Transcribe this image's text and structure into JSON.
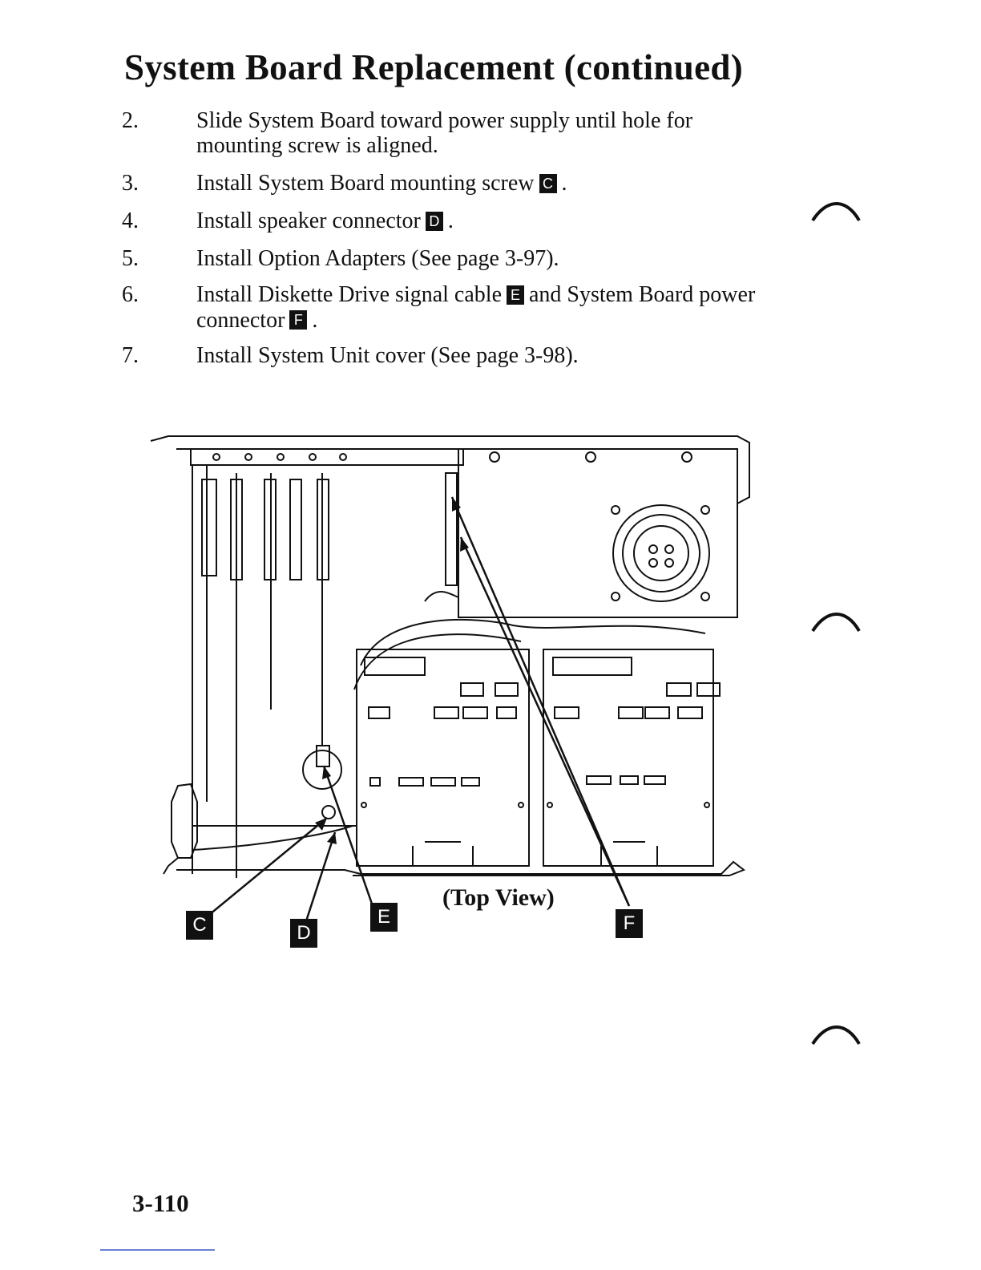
{
  "title": "System Board Replacement (continued)",
  "steps": [
    {
      "num": "2.",
      "text_a": "Slide System Board toward power supply until hole for mounting screw is aligned."
    },
    {
      "num": "3.",
      "text_a": "Install System Board mounting screw",
      "callout": "C",
      "text_b": "."
    },
    {
      "num": "4.",
      "text_a": "Install speaker connector",
      "callout": "D",
      "text_b": "."
    },
    {
      "num": "5.",
      "text_a": "Install Option Adapters (See page 3-97)."
    },
    {
      "num": "6.",
      "text_a": "Install Diskette Drive signal cable",
      "callout": "E",
      "text_b": "and System Board power connector",
      "callout2": "F",
      "text_c": "."
    },
    {
      "num": "7.",
      "text_a": "Install System Unit cover (See page 3-98)."
    }
  ],
  "figure": {
    "caption": "(Top View)",
    "callouts": [
      "C",
      "D",
      "E",
      "F"
    ]
  },
  "page_number": "3-110"
}
